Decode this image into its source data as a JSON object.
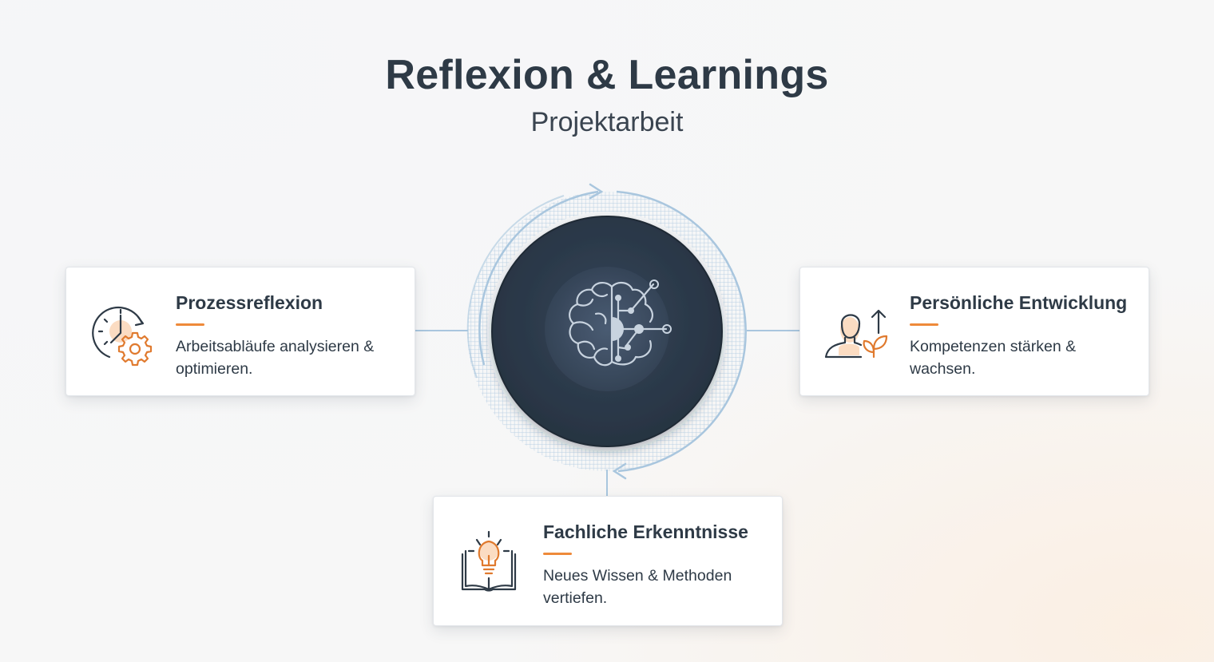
{
  "header": {
    "title": "Reflexion & Learnings",
    "subtitle": "Projektarbeit"
  },
  "hub": {
    "icon": "brain-network-icon",
    "colors": {
      "disc": "#2d3a49",
      "ring": "#a9c6de",
      "icon_stroke": "#c8d3df",
      "accent": "#ee8a3a"
    }
  },
  "cards": [
    {
      "title": "Prozessreflexion",
      "description": "Arbeitsabläufe analysieren & optimieren.",
      "icon": "clock-gear-icon"
    },
    {
      "title": "Persönliche Entwicklung",
      "description": "Kompetenzen stärken & wachsen.",
      "icon": "person-growth-icon"
    },
    {
      "title": "Fachliche Erkenntnisse",
      "description": "Neues Wissen & Methoden vertiefen.",
      "icon": "lightbulb-book-icon"
    }
  ]
}
